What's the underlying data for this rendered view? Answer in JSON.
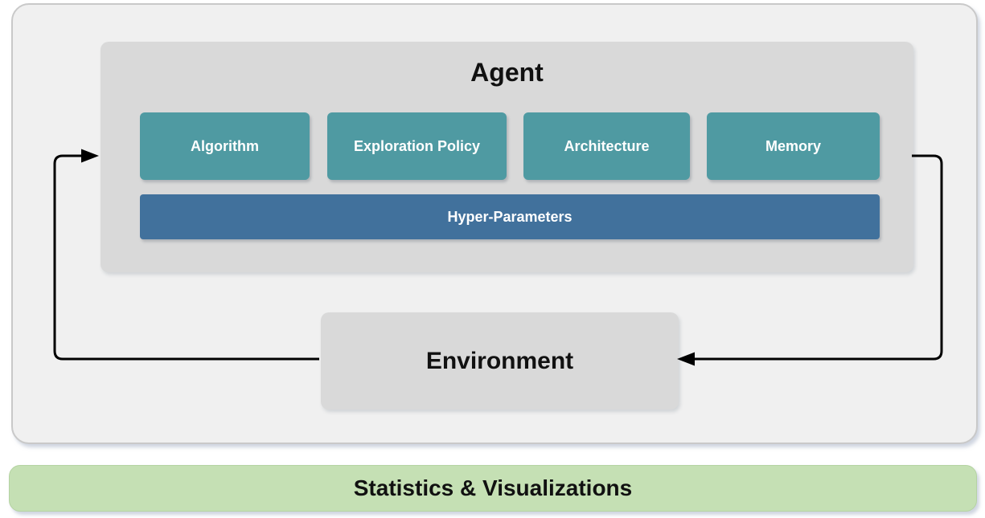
{
  "diagram": {
    "agent": {
      "title": "Agent",
      "modules": [
        {
          "label": "Algorithm"
        },
        {
          "label": "Exploration Policy"
        },
        {
          "label": "Architecture"
        },
        {
          "label": "Memory"
        }
      ],
      "hyper_parameters": {
        "label": "Hyper-Parameters"
      }
    },
    "environment": {
      "label": "Environment"
    },
    "footer": {
      "label": "Statistics & Visualizations"
    },
    "arrows": [
      {
        "name": "environment-to-agent",
        "from": "Environment",
        "to": "Agent"
      },
      {
        "name": "agent-to-environment",
        "from": "Agent",
        "to": "Environment"
      }
    ],
    "colors": {
      "module_teal": "#4f9aa2",
      "hyper_parameters_blue": "#41719c",
      "panel_gray": "#d9d9d9",
      "outer_panel_gray": "#f0f0f0",
      "outer_panel_border": "#c9c9c9",
      "footer_green": "#c5e0b4",
      "arrow_black": "#000000"
    }
  }
}
